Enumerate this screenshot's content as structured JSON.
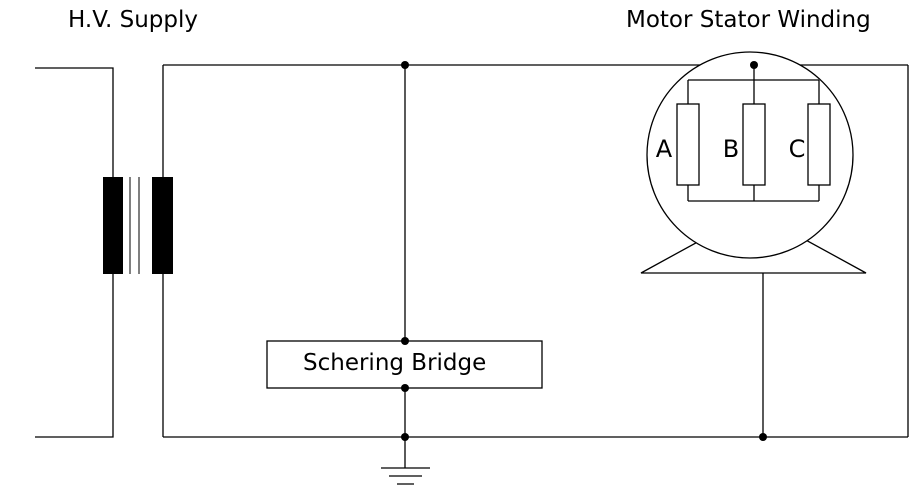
{
  "labels": {
    "supply": "H.V. Supply",
    "motor": "Motor Stator Winding",
    "bridge": "Schering Bridge",
    "phase_a": "A",
    "phase_b": "B",
    "phase_c": "C"
  },
  "colors": {
    "line": "#000000",
    "core": "#000000",
    "background": "#ffffff"
  }
}
